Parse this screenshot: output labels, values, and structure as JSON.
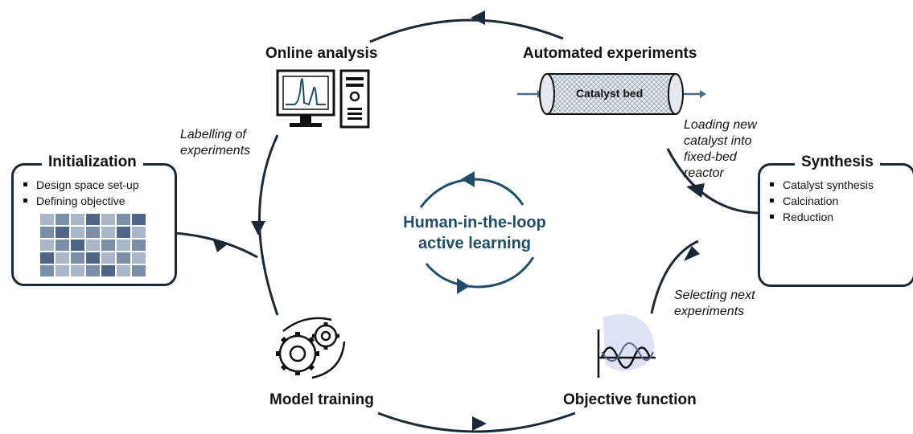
{
  "center": {
    "line1": "Human-in-the-loop",
    "line2": "active learning"
  },
  "stages": {
    "online_analysis": "Online analysis",
    "automated_experiments": "Automated experiments",
    "model_training": "Model training",
    "objective_function": "Objective function"
  },
  "reactor": {
    "label": "Catalyst bed"
  },
  "transitions": {
    "labelling": [
      "Labelling of",
      "experiments"
    ],
    "loading": [
      "Loading new",
      "catalyst into",
      "fixed-bed",
      "reactor"
    ],
    "selecting": [
      "Selecting next",
      "experiments"
    ]
  },
  "initialization": {
    "title": "Initialization",
    "items": [
      "Design space set-up",
      "Defining objective"
    ],
    "grid_levels": [
      [
        1,
        2,
        1,
        3,
        1,
        2,
        3
      ],
      [
        2,
        3,
        1,
        2,
        1,
        3,
        1
      ],
      [
        1,
        2,
        3,
        1,
        2,
        1,
        2
      ],
      [
        3,
        1,
        2,
        3,
        1,
        2,
        1
      ],
      [
        2,
        1,
        1,
        2,
        3,
        1,
        2
      ]
    ]
  },
  "synthesis": {
    "title": "Synthesis",
    "items": [
      "Catalyst synthesis",
      "Calcination",
      "Reduction"
    ]
  },
  "colors": {
    "cycle": "#1b2838",
    "accent": "#1f4e6b",
    "grid": [
      "#d6dde6",
      "#a9b7c8",
      "#7b8ea8",
      "#4f6687"
    ],
    "cloud": "#dfe1f5",
    "flask": "#8fb4c9"
  }
}
